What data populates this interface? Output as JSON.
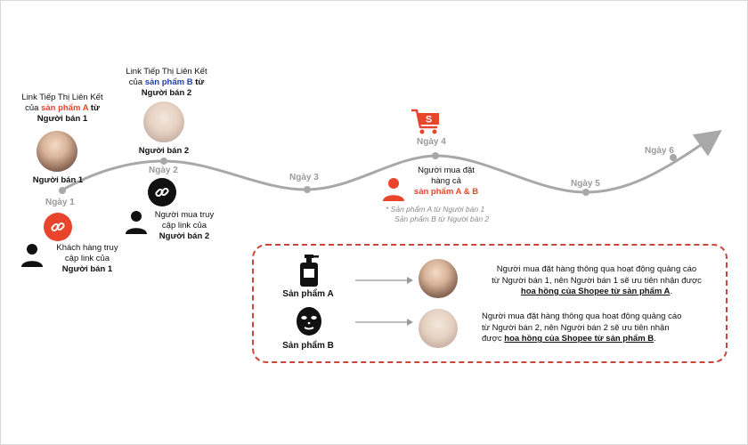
{
  "colors": {
    "accent": "#e8452c",
    "blue": "#1f3fa8",
    "curve": "#a8a8a8"
  },
  "icons": {
    "person": "person-icon",
    "link": "link-icon",
    "cart": "shopee-cart-icon",
    "bottle": "bottle-icon",
    "mask": "face-mask-icon"
  },
  "days": [
    "Ngày 1",
    "Ngày 2",
    "Ngày 3",
    "Ngày 4",
    "Ngày 5",
    "Ngày 6"
  ],
  "seller1_link": {
    "line1": "Link Tiếp Thị Liên Kết",
    "pre": "của ",
    "product": "sản phẩm A",
    "post": " từ",
    "seller": "Người bán 1"
  },
  "seller2_link": {
    "line1": "Link Tiếp Thị Liên Kết",
    "pre": "của ",
    "product": "sản phẩm B",
    "post": " từ",
    "seller": "Người bán 2"
  },
  "seller1_label": "Người bán 1",
  "seller2_label": "Người bán 2",
  "customer1": {
    "line1": "Khách hàng truy",
    "line2": "cập link của",
    "seller": "Người bán 1"
  },
  "customer2": {
    "line1": "Người mua truy",
    "line2": "cập link của",
    "seller": "Người bán 2"
  },
  "day4": {
    "line1": "Người mua đặt",
    "line2": "hàng cả",
    "products": "sản phẩm A & B",
    "note1": "* Sản phẩm A từ Người bán 1",
    "note2": "Sản phẩm  B từ Người bán 2"
  },
  "product_a": {
    "label": "Sản phẩm A",
    "line1": "Người mua đặt hàng thông qua hoạt động quảng cáo",
    "line2": "từ Người bán 1, nên Người bán 1 sẽ ưu tiên nhận được",
    "highlight": "hoa hồng của Shopee từ sản phẩm A",
    "end": "."
  },
  "product_b": {
    "label": "Sản phẩm B",
    "line1": "Người mua đặt hàng thông qua hoạt động quảng cáo",
    "line2": "từ Người bán 2, nên Người bán 2 sẽ ưu tiên nhận",
    "line3_pre": "được ",
    "highlight": "hoa hồng của Shopee từ sản phẩm B",
    "end": "."
  },
  "cart_letter": "S"
}
